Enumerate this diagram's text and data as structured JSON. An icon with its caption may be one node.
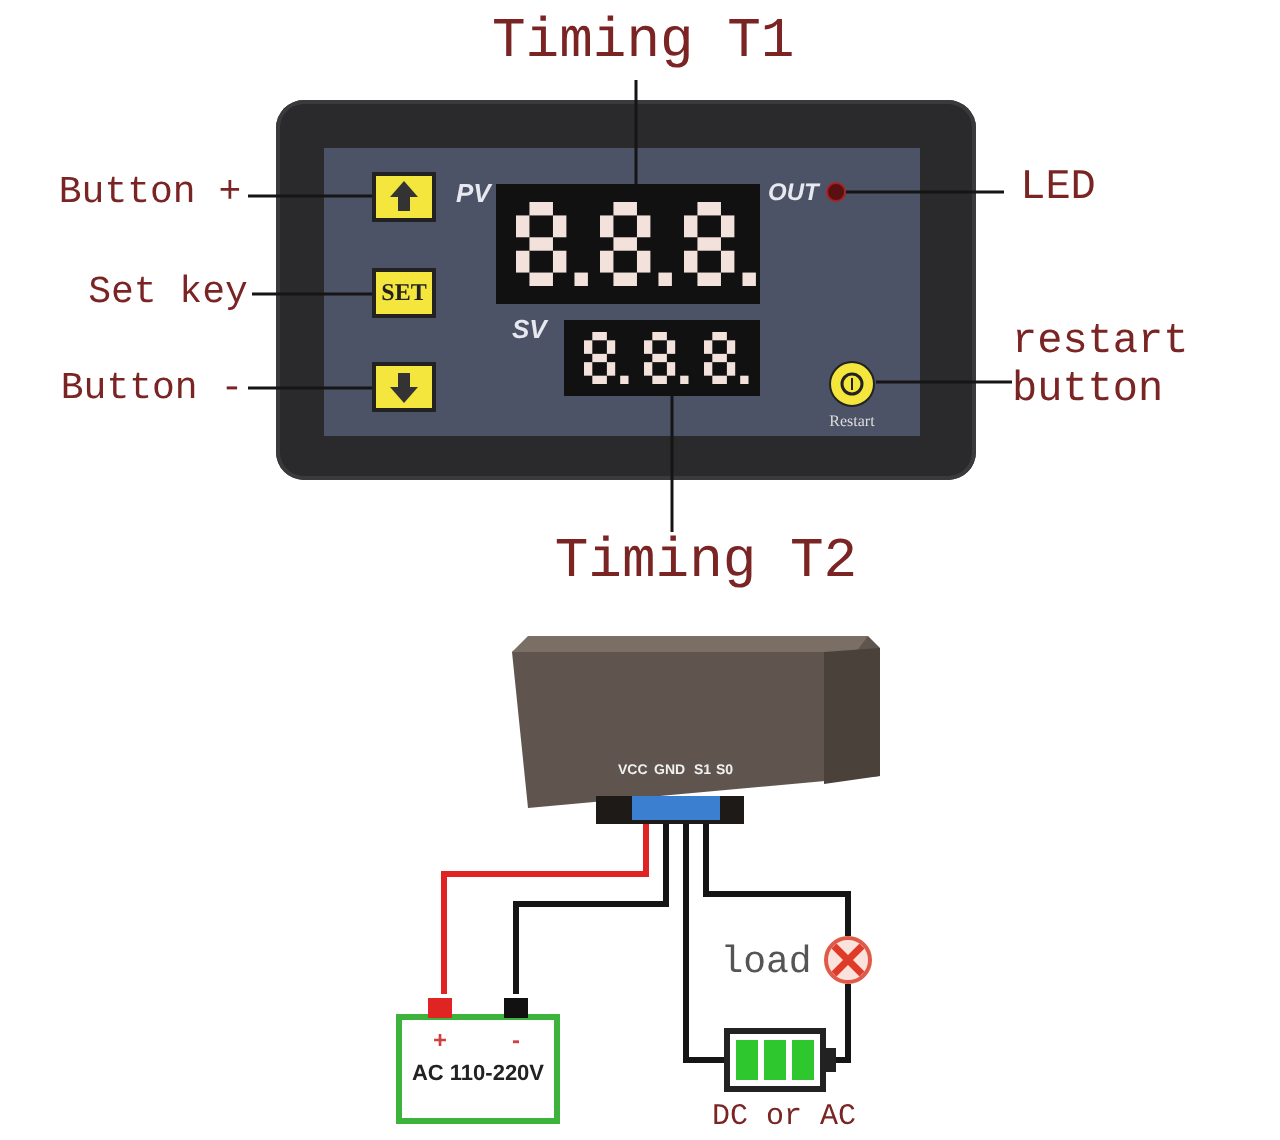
{
  "diagram": {
    "nodes": [
      {
        "text": [],
        "shape": "box"
      },
      {
        "text": [
          "Timing T1"
        ]
      },
      {
        "text": [
          "Button +"
        ]
      },
      {
        "text": [
          "Set key"
        ]
      },
      {
        "text": [
          "Button -"
        ]
      },
      {
        "text": [
          "LED"
        ]
      },
      {
        "text": [
          "restart button"
        ]
      },
      {
        "text": [
          "Timing T2"
        ]
      },
      {
        "text": [],
        "shape": "box",
        "in": 0
      },
      {
        "text": [
          "SET"
        ],
        "in": 0
      },
      {
        "text": [],
        "shape": "box",
        "in": 0
      },
      {
        "text": [],
        "shape": "box",
        "in": 0
      },
      {
        "text": [],
        "shape": "box",
        "in": 0
      },
      {
        "text": [],
        "shape": "circle",
        "in": 0
      },
      {
        "text": [],
        "shape": "circle",
        "in": 0,
        "beside": [
          "Restart"
        ]
      },
      {
        "text": [],
        "shape": "box"
      },
      {
        "text": [
          "+",
          "-",
          "AC 110-220V"
        ]
      },
      {
        "text": [],
        "shape": "circle",
        "beside": [
          "load"
        ]
      },
      {
        "text": [],
        "shape": "battery",
        "beside": [
          "DC or AC"
        ]
      }
    ],
    "edges": [
      {
        "from": 1,
        "to": 11,
        "arrow": "none"
      },
      {
        "from": 2,
        "to": 8,
        "arrow": "none"
      },
      {
        "from": 3,
        "to": 9,
        "arrow": "none"
      },
      {
        "from": 4,
        "to": 10,
        "arrow": "none"
      },
      {
        "from": 5,
        "to": 13,
        "arrow": "none"
      },
      {
        "from": 6,
        "to": 14,
        "arrow": "none"
      },
      {
        "from": 7,
        "to": 12,
        "arrow": "none"
      },
      {
        "from": 15,
        "to": 16,
        "arrow": "none",
        "style": "thick",
        "color": "#e02424"
      },
      {
        "from": 15,
        "to": 16,
        "arrow": "none",
        "style": "thick"
      },
      {
        "from": 15,
        "to": 18,
        "arrow": "none",
        "style": "thick"
      },
      {
        "from": 15,
        "to": 17,
        "arrow": "none",
        "style": "thick"
      },
      {
        "from": 17,
        "to": 18,
        "arrow": "none",
        "style": "thick"
      }
    ],
    "labels": [
      "PV",
      "OUT",
      "SV",
      "VCC",
      "GND",
      "S1",
      "S0"
    ]
  }
}
